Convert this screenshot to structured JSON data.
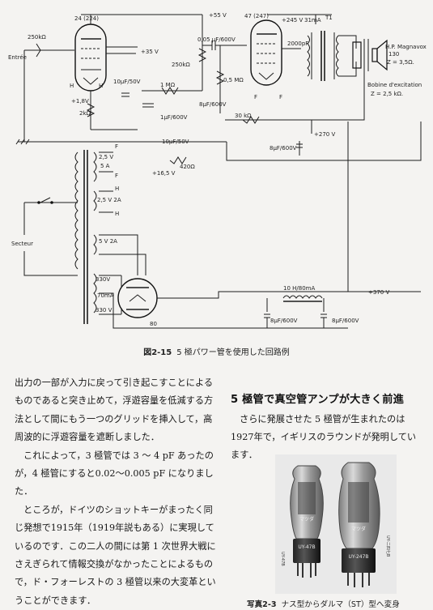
{
  "schematic": {
    "labels": {
      "tube1": "24 (224)",
      "tube2": "47 (247)",
      "rectifier": "80",
      "entree": "Entrée",
      "r_input": "250kΩ",
      "plus55": "+55 V",
      "plus35": "+35 V",
      "cap_coupling": "0,05 μF/600V",
      "r_plate": "250kΩ",
      "c_10uf_50v": "10μF/50V",
      "r_1m": "1 MΩ",
      "c_1uf_600v": "1μF/600V",
      "r_cathode": "2kΩ",
      "v_cathode": "+1,8V",
      "r_grid": "0,5 MΩ",
      "c_8uf_600v_a": "8μF/600V",
      "plus245": "+245 V",
      "current31": "31mA",
      "transformer": "T1",
      "c_2000pf": "2000pF",
      "speaker_name": "H.P. Magnavox",
      "speaker_model": "130",
      "speaker_z": "Z = 3,5Ω.",
      "field_coil": "Bobine d'excitation",
      "field_z": "Z = 2,5 kΩ.",
      "r_30k": "30 kΩ",
      "plus270": "+270 V",
      "c_8uf_600v_b": "8μF/600V",
      "c_10uf_50v_b": "10μF/50V",
      "r_420": "420Ω",
      "plus165": "+16,5 V",
      "f_label": "F",
      "h_label": "H",
      "v25a": "2,5 V",
      "a5": "5 A",
      "v25_2a": "2,5 V  2A",
      "secteur": "Secteur",
      "v5_2a": "5 V  2A",
      "v330a": "330V",
      "ma70": "70mA",
      "v330b": "330 V",
      "choke": "10 H/80mA",
      "plus370": "+370 V",
      "c_8uf_600v_c": "8μF/600V",
      "c_8uf_600v_d": "8μF/600V"
    }
  },
  "figure_caption": {
    "number": "図2-15",
    "text": "5 極パワー管を使用した回路例"
  },
  "left_column": {
    "paragraphs": [
      "出力の一部が入力に戻って引き起こすことによるものであると突き止めて，浮遊容量を低減する方法として間にもう一つのグリッドを挿入して，高周波的に浮遊容量を遮断しました．",
      "これによって，3 極管では 3 ～ 4 pF あったのが，4 極管にすると0.02～0.005 pF になりました．",
      "ところが，ドイツのショットキーがまったく同じ発想で1915年（1919年説もある）に実現しているのです．この二人の間には第 1 次世界大戦にさえぎられて情報交換がなかったことによるもので，ド・フォーレストの 3 極管以来の大変革ということができます．"
    ]
  },
  "right_column": {
    "heading": "5 極管で真空管アンプが大きく前進",
    "body": "さらに発展させた 5 極管が生まれたのは1927年で，イギリスのラウンドが発明しています．"
  },
  "photo": {
    "tube_left_brand": "マツダ",
    "tube_left_model": "UY-47B",
    "tube_right_brand": "マツダ",
    "tube_right_model": "UY-247B",
    "side_left": "UY-47B",
    "side_right": "UY-二四七B"
  },
  "photo_caption": {
    "number": "写真2-3",
    "text": "ナス型からダルマ（ST）型へ変身"
  }
}
